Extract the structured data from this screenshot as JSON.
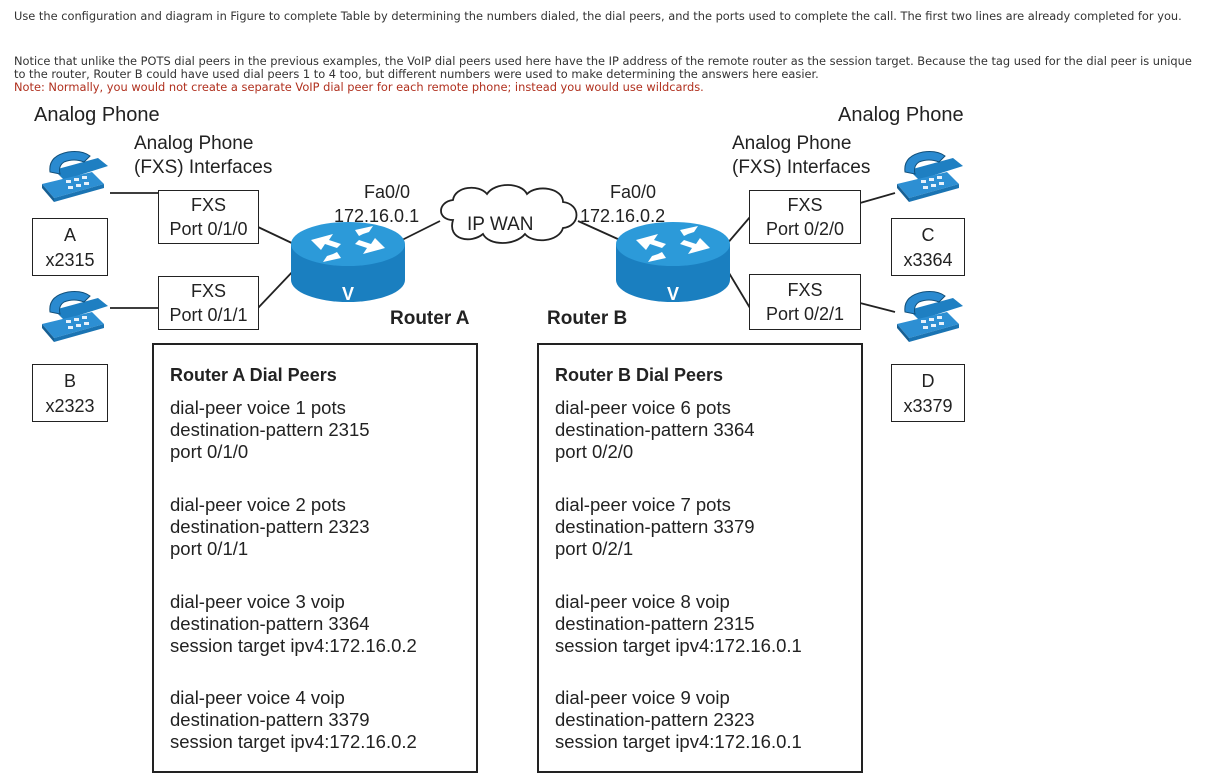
{
  "instructions": {
    "line1": "Use the configuration and diagram in Figure to complete Table by determining the numbers dialed, the dial peers, and the ports used to complete the call. The first two lines are already completed for you.",
    "line2": "Notice that unlike the POTS dial peers in the previous examples, the VoIP dial peers used here have the IP address of the remote router as the session target. Because the tag used for the dial peer is unique to the router, Router B could have used dial peers 1 to 4 too, but different numbers were used to make determining the answers here easier.",
    "note": "Note: Normally, you would not create a separate VoIP dial peer for each remote phone; instead you would use wildcards."
  },
  "diagram": {
    "analog_phone_left": "Analog Phone",
    "analog_phone_right": "Analog Phone",
    "fxs_interfaces_left": [
      "Analog Phone",
      "(FXS) Interfaces"
    ],
    "fxs_interfaces_right": [
      "Analog Phone",
      "(FXS) Interfaces"
    ],
    "ports": {
      "p010": [
        "FXS",
        "Port 0/1/0"
      ],
      "p011": [
        "FXS",
        "Port 0/1/1"
      ],
      "p020": [
        "FXS",
        "Port 0/2/0"
      ],
      "p021": [
        "FXS",
        "Port 0/2/1"
      ]
    },
    "phones": {
      "A": [
        "A",
        "x2315"
      ],
      "B": [
        "B",
        "x2323"
      ],
      "C": [
        "C",
        "x3364"
      ],
      "D": [
        "D",
        "x3379"
      ]
    },
    "router_a": {
      "label": "Router A",
      "interface": "Fa0/0",
      "ip": "172.16.0.1"
    },
    "router_b": {
      "label": "Router B",
      "interface": "Fa0/0",
      "ip": "172.16.0.2"
    },
    "wan_label": "IP WAN",
    "router_glyph": "V",
    "icons": [
      "telephone-icon",
      "voice-router-icon",
      "cloud-icon"
    ]
  },
  "router_a_peers": {
    "title": "Router A Dial Peers",
    "peers": [
      [
        "dial-peer voice 1 pots",
        "destination-pattern 2315",
        "port 0/1/0"
      ],
      [
        "dial-peer voice 2 pots",
        "destination-pattern 2323",
        "port 0/1/1"
      ],
      [
        "dial-peer voice 3 voip",
        "destination-pattern 3364",
        "session target ipv4:172.16.0.2"
      ],
      [
        "dial-peer voice 4 voip",
        "destination-pattern 3379",
        "session target ipv4:172.16.0.2"
      ]
    ]
  },
  "router_b_peers": {
    "title": "Router B Dial Peers",
    "peers": [
      [
        "dial-peer voice 6 pots",
        "destination-pattern 3364",
        "port 0/2/0"
      ],
      [
        "dial-peer voice 7 pots",
        "destination-pattern 3379",
        "port 0/2/1"
      ],
      [
        "dial-peer voice 8 voip",
        "destination-pattern 2315",
        "session target ipv4:172.16.0.1"
      ],
      [
        "dial-peer voice 9 voip",
        "destination-pattern 2323",
        "session target ipv4:172.16.0.1"
      ]
    ]
  },
  "colors": {
    "router_blue": "#1a8fd2",
    "phone_blue": "#2d8fd3",
    "note_red": "#b0301e"
  }
}
